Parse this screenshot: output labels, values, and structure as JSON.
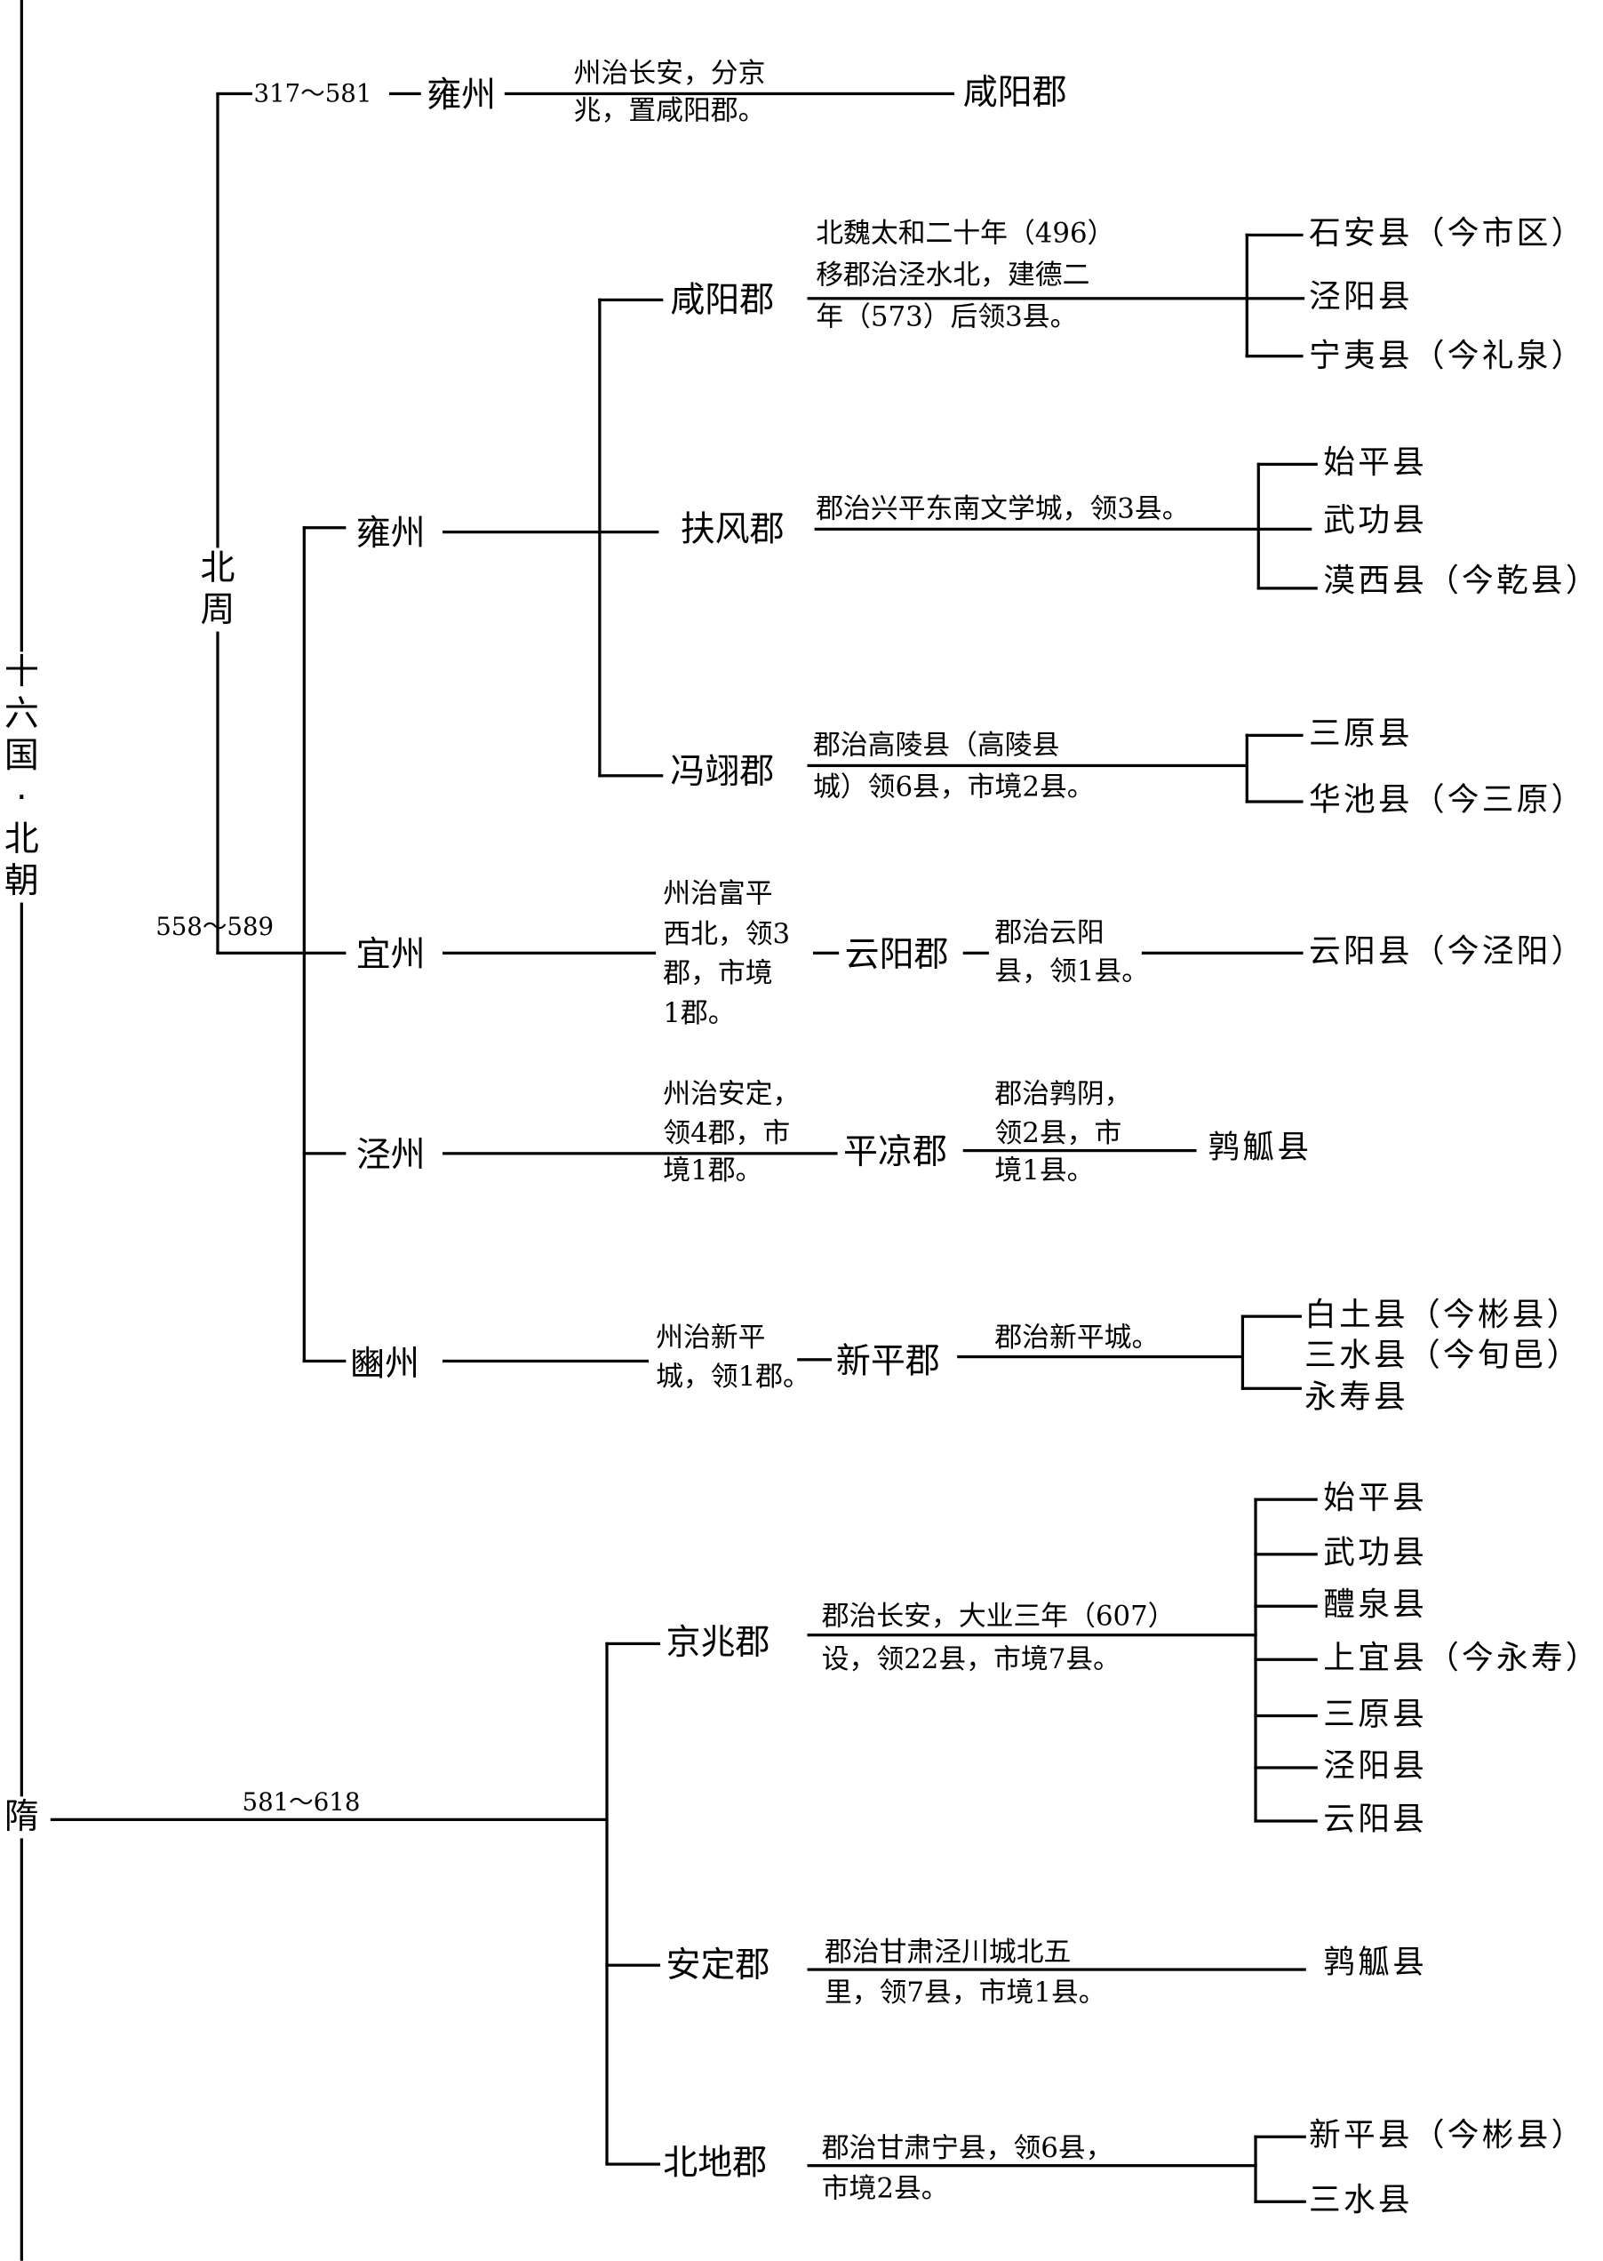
{
  "eras": {
    "northern": "十\n六\n国\n·\n北\n朝",
    "sui": "隋",
    "beizhou": "北\n周"
  },
  "beizhou_top": {
    "date": "317～581",
    "zhou": "雍州",
    "desc": "州治长安，分京\n兆，置咸阳郡。",
    "jun": "咸阳郡"
  },
  "beizhou_bottom": {
    "date": "558～589"
  },
  "yongzhou": {
    "label": "雍州",
    "xianyang": {
      "label": "咸阳郡",
      "desc": "北魏太和二十年（496）\n移郡治泾水北，建德二\n年（573）后领3县。",
      "counties": [
        "石安县（今市区）",
        "泾阳县",
        "宁夷县（今礼泉）"
      ]
    },
    "fufeng": {
      "label": "扶风郡",
      "desc": "郡治兴平东南文学城，领3县。",
      "counties": [
        "始平县",
        "武功县",
        "漠西县（今乾县）"
      ]
    },
    "pingyi": {
      "label": "冯翊郡",
      "desc": "郡治高陵县（高陵县\n城）领6县，市境2县。",
      "counties": [
        "三原县",
        "华池县（今三原）"
      ]
    }
  },
  "yizhou": {
    "label": "宜州",
    "desc": "州治富平\n西北，领3\n郡，市境\n1郡。",
    "jun": "云阳郡",
    "jun_desc": "郡治云阳\n县，领1县。",
    "counties": [
      "云阳县（今泾阳）"
    ]
  },
  "jingzhou": {
    "label": "泾州",
    "desc": "州治安定，\n领4郡，市\n境1郡。",
    "jun": "平凉郡",
    "jun_desc": "郡治鹑阴，\n领2县，市\n境1县。",
    "counties": [
      "鹑觚县"
    ]
  },
  "binzhou": {
    "label": "豳州",
    "desc": "州治新平\n城，领1郡。",
    "jun": "新平郡",
    "jun_desc": "郡治新平城。",
    "counties": [
      "白土县（今彬县）",
      "三水县（今旬邑）",
      "永寿县"
    ]
  },
  "sui": {
    "date": "581～618",
    "jingzhao": {
      "label": "京兆郡",
      "desc": "郡治长安，大业三年（607）\n设，领22县，市境7县。",
      "counties": [
        "始平县",
        "武功县",
        "醴泉县",
        "上宜县（今永寿）",
        "三原县",
        "泾阳县",
        "云阳县"
      ]
    },
    "anding": {
      "label": "安定郡",
      "desc": "郡治甘肃泾川城北五\n里，领7县，市境1县。",
      "counties": [
        "鹑觚县"
      ]
    },
    "beidi": {
      "label": "北地郡",
      "desc": "郡治甘肃宁县，领6县，\n市境2县。",
      "counties": [
        "新平县（今彬县）",
        "三水县"
      ]
    }
  }
}
